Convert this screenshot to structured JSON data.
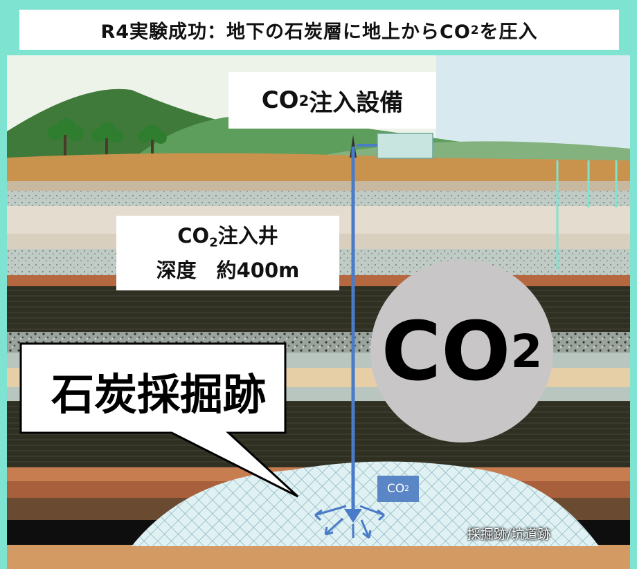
{
  "title": {
    "text": "R4実験成功：地下の石炭層に地上からCO",
    "sub": "2",
    "after": "を圧入"
  },
  "facility": {
    "text": "CO",
    "sub": "2",
    "after": "注入設備"
  },
  "well": {
    "line1_text": "CO",
    "line1_sub": "2",
    "line1_after": "注入井",
    "line2": "深度　約400m"
  },
  "co2_circle": {
    "text": "CO",
    "sub": "2"
  },
  "callout": {
    "text": "石炭採掘跡"
  },
  "small_co2": {
    "text": "CO",
    "sub": "2"
  },
  "mine_label": {
    "text": "採掘跡/坑道跡"
  },
  "colors": {
    "well_pipe": "#4a7bc8",
    "sky": "#7fe3d2",
    "coal": "#2a2a1f",
    "circle": "#c9c6c8",
    "co2_tag": "#5b86c5"
  }
}
